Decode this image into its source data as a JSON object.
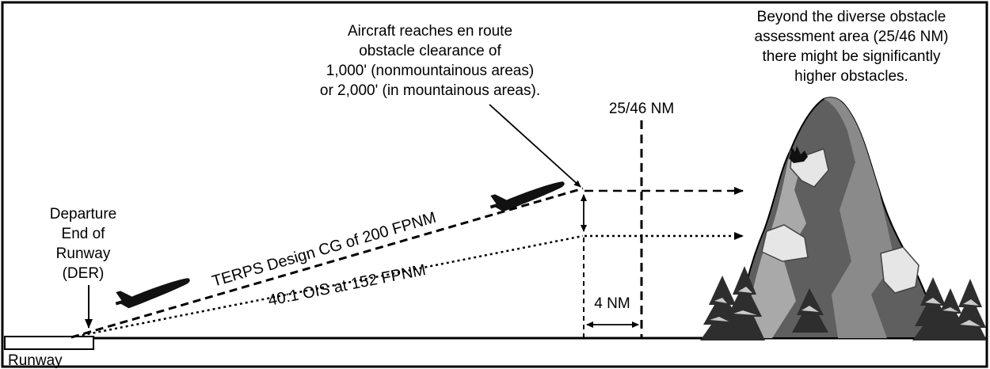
{
  "runway": {
    "label": "Runway"
  },
  "der": {
    "lines": [
      "Departure",
      "End of",
      "Runway",
      "(DER)"
    ]
  },
  "callout_aircraft": {
    "lines": [
      "Aircraft reaches en route",
      "obstacle clearance of",
      "1,000' (nonmountainous areas)",
      "or 2,000' (in mountainous areas)."
    ]
  },
  "callout_beyond": {
    "lines": [
      "Beyond the diverse obstacle",
      "assessment area (25/46 NM)",
      "there might be significantly",
      "higher obstacles."
    ]
  },
  "marker_distance": {
    "label": "25/46 NM"
  },
  "gap_distance": {
    "label": "4 NM"
  },
  "climb_line": {
    "label": "TERPS Design CG of 200 FPNM"
  },
  "ois_line": {
    "label": "40:1 OIS at 152 FPNM"
  },
  "colors": {
    "ink": "#000000",
    "mountain_dark": "#5f5f5f",
    "mountain_mid": "#8a8a8a",
    "mountain_light": "#a9a9a9",
    "snow": "#e6e6e6",
    "tree": "#2e2e2e"
  }
}
